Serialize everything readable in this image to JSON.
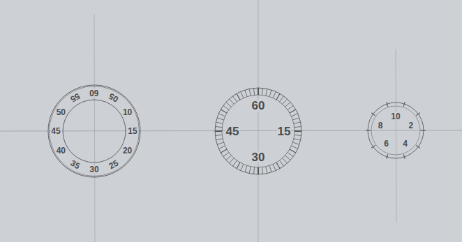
{
  "diagram": {
    "nodes": [
      {
        "text": [
          "60",
          "05",
          "10",
          "15",
          "20",
          "25",
          "30",
          "35",
          "40",
          "45",
          "50",
          "55"
        ]
      },
      {
        "text": [
          "60",
          "15",
          "30",
          "45"
        ]
      },
      {
        "text": [
          "10",
          "2",
          "4",
          "6",
          "8"
        ]
      }
    ]
  }
}
